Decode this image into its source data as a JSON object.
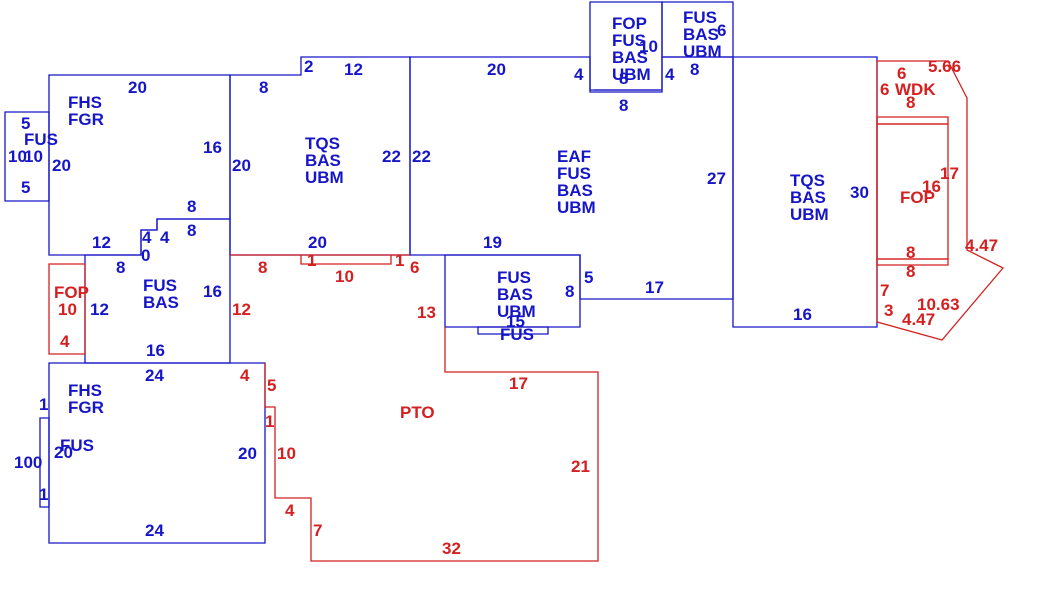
{
  "colors": {
    "existing": "#1616c8",
    "proposed": "#d42020"
  },
  "areas": [
    {
      "id": "fus-left-small",
      "color": "existing",
      "lines": [
        "FUS"
      ]
    },
    {
      "id": "fhs-top",
      "color": "existing",
      "lines": [
        "FHS",
        "FGR"
      ]
    },
    {
      "id": "tqs-mid",
      "color": "existing",
      "lines": [
        "TQS",
        "BAS",
        "UBM"
      ]
    },
    {
      "id": "fop-top",
      "color": "existing",
      "lines": [
        "FOP",
        "FUS",
        "BAS",
        "UBM"
      ]
    },
    {
      "id": "fus-top-right",
      "color": "existing",
      "lines": [
        "FUS",
        "BAS",
        "UBM"
      ]
    },
    {
      "id": "eaf-main",
      "color": "existing",
      "lines": [
        "EAF",
        "FUS",
        "BAS",
        "UBM"
      ]
    },
    {
      "id": "tqs-right",
      "color": "existing",
      "lines": [
        "TQS",
        "BAS",
        "UBM"
      ]
    },
    {
      "id": "wdk",
      "color": "proposed",
      "lines": [
        "WDK"
      ]
    },
    {
      "id": "fop-right",
      "color": "proposed",
      "lines": [
        "FOP"
      ]
    },
    {
      "id": "fop-left",
      "color": "proposed",
      "lines": [
        "FOP"
      ]
    },
    {
      "id": "fus-bas-mid",
      "color": "existing",
      "lines": [
        "FUS",
        "BAS"
      ]
    },
    {
      "id": "fus-bas-ubm-center",
      "color": "existing",
      "lines": [
        "FUS",
        "BAS",
        "UBM"
      ]
    },
    {
      "id": "fus-small-center",
      "color": "existing",
      "lines": [
        "FUS"
      ]
    },
    {
      "id": "fhs-bottom",
      "color": "existing",
      "lines": [
        "FHS",
        "FGR"
      ]
    },
    {
      "id": "fus-bottom-left",
      "color": "existing",
      "lines": [
        "FUS"
      ]
    },
    {
      "id": "pto",
      "color": "proposed",
      "lines": [
        "PTO"
      ]
    }
  ],
  "dimensions": [
    {
      "t": "5",
      "c": "existing"
    },
    {
      "t": "10",
      "c": "existing"
    },
    {
      "t": "10",
      "c": "existing"
    },
    {
      "t": "5",
      "c": "existing"
    },
    {
      "t": "20",
      "c": "existing"
    },
    {
      "t": "20",
      "c": "existing"
    },
    {
      "t": "16",
      "c": "existing"
    },
    {
      "t": "8",
      "c": "existing"
    },
    {
      "t": "8",
      "c": "existing"
    },
    {
      "t": "12",
      "c": "existing"
    },
    {
      "t": "4",
      "c": "existing"
    },
    {
      "t": "4",
      "c": "existing"
    },
    {
      "t": "0",
      "c": "existing"
    },
    {
      "t": "8",
      "c": "existing"
    },
    {
      "t": "16",
      "c": "existing"
    },
    {
      "t": "12",
      "c": "existing"
    },
    {
      "t": "16",
      "c": "existing"
    },
    {
      "t": "8",
      "c": "existing"
    },
    {
      "t": "2",
      "c": "existing"
    },
    {
      "t": "12",
      "c": "existing"
    },
    {
      "t": "20",
      "c": "existing"
    },
    {
      "t": "22",
      "c": "existing"
    },
    {
      "t": "20",
      "c": "existing"
    },
    {
      "t": "22",
      "c": "existing"
    },
    {
      "t": "20",
      "c": "existing"
    },
    {
      "t": "4",
      "c": "existing"
    },
    {
      "t": "10",
      "c": "existing"
    },
    {
      "t": "8",
      "c": "existing"
    },
    {
      "t": "4",
      "c": "existing"
    },
    {
      "t": "8",
      "c": "existing"
    },
    {
      "t": "6",
      "c": "existing"
    },
    {
      "t": "8",
      "c": "existing"
    },
    {
      "t": "27",
      "c": "existing"
    },
    {
      "t": "19",
      "c": "existing"
    },
    {
      "t": "5",
      "c": "existing"
    },
    {
      "t": "8",
      "c": "existing"
    },
    {
      "t": "17",
      "c": "existing"
    },
    {
      "t": "30",
      "c": "existing"
    },
    {
      "t": "16",
      "c": "existing"
    },
    {
      "t": "15",
      "c": "existing"
    },
    {
      "t": "24",
      "c": "existing"
    },
    {
      "t": "1",
      "c": "existing"
    },
    {
      "t": "100",
      "c": "existing"
    },
    {
      "t": "20",
      "c": "existing"
    },
    {
      "t": "1",
      "c": "existing"
    },
    {
      "t": "20",
      "c": "existing"
    },
    {
      "t": "24",
      "c": "existing"
    },
    {
      "t": "6",
      "c": "proposed"
    },
    {
      "t": "5.66",
      "c": "proposed"
    },
    {
      "t": "6",
      "c": "proposed"
    },
    {
      "t": "8",
      "c": "proposed"
    },
    {
      "t": "17",
      "c": "proposed"
    },
    {
      "t": "16",
      "c": "proposed"
    },
    {
      "t": "8",
      "c": "proposed"
    },
    {
      "t": "8",
      "c": "proposed"
    },
    {
      "t": "4.47",
      "c": "proposed"
    },
    {
      "t": "7",
      "c": "proposed"
    },
    {
      "t": "10.63",
      "c": "proposed"
    },
    {
      "t": "3",
      "c": "proposed"
    },
    {
      "t": "4.47",
      "c": "proposed"
    },
    {
      "t": "8",
      "c": "proposed"
    },
    {
      "t": "1",
      "c": "proposed"
    },
    {
      "t": "10",
      "c": "proposed"
    },
    {
      "t": "1",
      "c": "proposed"
    },
    {
      "t": "6",
      "c": "proposed"
    },
    {
      "t": "12",
      "c": "proposed"
    },
    {
      "t": "10",
      "c": "proposed"
    },
    {
      "t": "4",
      "c": "proposed"
    },
    {
      "t": "13",
      "c": "proposed"
    },
    {
      "t": "17",
      "c": "proposed"
    },
    {
      "t": "4",
      "c": "proposed"
    },
    {
      "t": "5",
      "c": "proposed"
    },
    {
      "t": "1",
      "c": "proposed"
    },
    {
      "t": "10",
      "c": "proposed"
    },
    {
      "t": "21",
      "c": "proposed"
    },
    {
      "t": "4",
      "c": "proposed"
    },
    {
      "t": "7",
      "c": "proposed"
    },
    {
      "t": "32",
      "c": "proposed"
    }
  ]
}
